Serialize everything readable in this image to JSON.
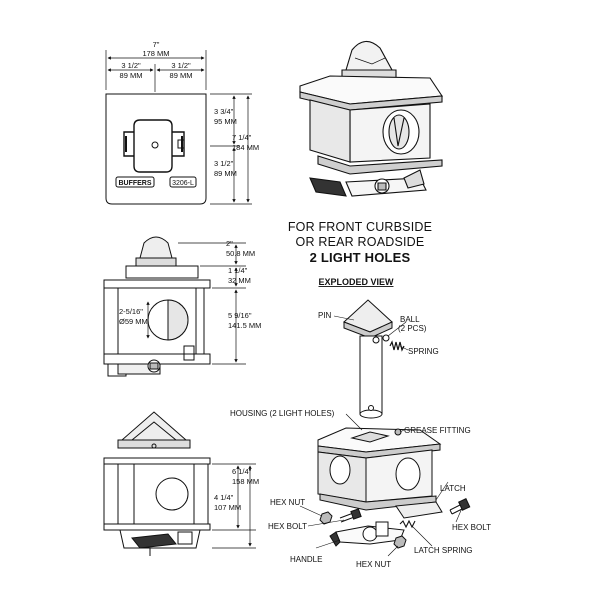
{
  "top_view": {
    "width_in": "7\"",
    "width_mm": "178 MM",
    "half_left_in": "3 1/2\"",
    "half_left_mm": "89 MM",
    "half_right_in": "3 1/2\"",
    "half_right_mm": "89 MM",
    "right_upper_in": "3 3/4\"",
    "right_upper_mm": "95 MM",
    "right_total_in": "7 1/4\"",
    "right_total_mm": "184 MM",
    "right_lower_in": "3 1/2\"",
    "right_lower_mm": "89 MM",
    "brand": "BUFFERS",
    "part_no": "3206-L"
  },
  "side_view": {
    "top_in": "2\"",
    "top_mm": "50.8 MM",
    "mid_in": "1 1/4\"",
    "mid_mm": "32 MM",
    "height_in": "5 9/16\"",
    "height_mm": "141.5 MM",
    "hole_in": "2-5/16\"",
    "hole_mm": "Ø59 MM"
  },
  "front_view": {
    "upper_in": "6 1/4\"",
    "upper_mm": "158 MM",
    "lower_in": "4 1/4\"",
    "lower_mm": "107 MM"
  },
  "heading": {
    "line1": "FOR FRONT CURBSIDE",
    "line2": "OR REAR ROADSIDE",
    "line3": "2 LIGHT HOLES"
  },
  "exploded": {
    "title": "EXPLODED VIEW",
    "pin": "PIN",
    "ball": "BALL",
    "ball_qty": "(2 PCS)",
    "spring": "SPRING",
    "housing": "HOUSING (2 LIGHT HOLES)",
    "grease": "GREASE FITTING",
    "latch": "LATCH",
    "hex_nut_top": "HEX NUT",
    "hex_bolt_left": "HEX BOLT",
    "hex_bolt_right": "HEX BOLT",
    "latch_spring": "LATCH SPRING",
    "handle": "HANDLE",
    "hex_nut_bottom": "HEX NUT"
  }
}
